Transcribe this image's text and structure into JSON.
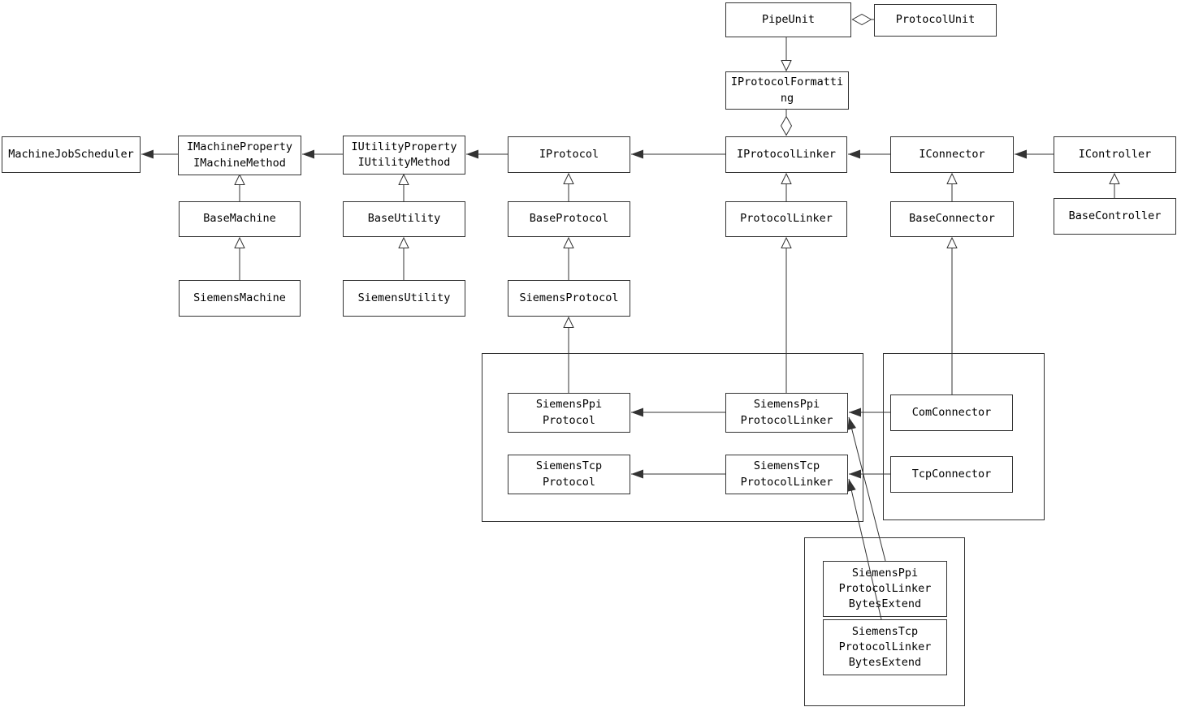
{
  "diagram": {
    "classes": {
      "pipe_unit": "PipeUnit",
      "protocol_unit": "ProtocolUnit",
      "i_protocol_formatting": "IProtocolFormatti\nng",
      "machine_job_scheduler": "MachineJobScheduler",
      "i_machine": "IMachineProperty\nIMachineMethod",
      "i_utility": "IUtilityProperty\nIUtilityMethod",
      "i_protocol": "IProtocol",
      "i_protocol_linker": "IProtocolLinker",
      "i_connector": "IConnector",
      "i_controller": "IController",
      "base_machine": "BaseMachine",
      "base_utility": "BaseUtility",
      "base_protocol": "BaseProtocol",
      "protocol_linker": "ProtocolLinker",
      "base_connector": "BaseConnector",
      "base_controller": "BaseController",
      "siemens_machine": "SiemensMachine",
      "siemens_utility": "SiemensUtility",
      "siemens_protocol": "SiemensProtocol",
      "siemens_ppi_protocol": "SiemensPpi\nProtocol",
      "siemens_tcp_protocol": "SiemensTcp\nProtocol",
      "siemens_ppi_protocol_linker": "SiemensPpi\nProtocolLinker",
      "siemens_tcp_protocol_linker": "SiemensTcp\nProtocolLinker",
      "com_connector": "ComConnector",
      "tcp_connector": "TcpConnector",
      "siemens_ppi_protocol_linker_bytes_extend": "SiemensPpi\nProtocolLinker\nBytesExtend",
      "siemens_tcp_protocol_linker_bytes_extend": "SiemensTcp\nProtocolLinker\nBytesExtend"
    },
    "relationships": [
      {
        "from": "PipeUnit",
        "to": "ProtocolUnit",
        "type": "aggregation"
      },
      {
        "from": "PipeUnit",
        "to": "IProtocolFormatting",
        "type": "hollow-arrow"
      },
      {
        "from": "IProtocolFormatting",
        "to": "IProtocolLinker",
        "type": "aggregation"
      },
      {
        "from": "IMachineProperty/IMachineMethod",
        "to": "MachineJobScheduler",
        "type": "association"
      },
      {
        "from": "IUtilityProperty/IUtilityMethod",
        "to": "IMachineProperty/IMachineMethod",
        "type": "association"
      },
      {
        "from": "IProtocol",
        "to": "IUtilityProperty/IUtilityMethod",
        "type": "association"
      },
      {
        "from": "IProtocolLinker",
        "to": "IProtocol",
        "type": "association"
      },
      {
        "from": "IConnector",
        "to": "IProtocolLinker",
        "type": "association"
      },
      {
        "from": "IController",
        "to": "IConnector",
        "type": "association"
      },
      {
        "from": "BaseMachine",
        "to": "IMachineProperty/IMachineMethod",
        "type": "generalization"
      },
      {
        "from": "BaseUtility",
        "to": "IUtilityProperty/IUtilityMethod",
        "type": "generalization"
      },
      {
        "from": "BaseProtocol",
        "to": "IProtocol",
        "type": "generalization"
      },
      {
        "from": "ProtocolLinker",
        "to": "IProtocolLinker",
        "type": "generalization"
      },
      {
        "from": "BaseConnector",
        "to": "IConnector",
        "type": "generalization"
      },
      {
        "from": "BaseController",
        "to": "IController",
        "type": "generalization"
      },
      {
        "from": "SiemensMachine",
        "to": "BaseMachine",
        "type": "generalization"
      },
      {
        "from": "SiemensUtility",
        "to": "BaseUtility",
        "type": "generalization"
      },
      {
        "from": "SiemensProtocol",
        "to": "BaseProtocol",
        "type": "generalization"
      },
      {
        "from": "SiemensPpiProtocol",
        "to": "SiemensProtocol",
        "type": "generalization"
      },
      {
        "from": "SiemensPpiProtocolLinker",
        "to": "ProtocolLinker",
        "type": "generalization"
      },
      {
        "from": "ComConnector",
        "to": "BaseConnector",
        "type": "generalization"
      },
      {
        "from": "SiemensPpiProtocolLinker",
        "to": "SiemensPpiProtocol",
        "type": "association"
      },
      {
        "from": "SiemensTcpProtocolLinker",
        "to": "SiemensTcpProtocol",
        "type": "association"
      },
      {
        "from": "ComConnector",
        "to": "SiemensPpiProtocolLinker",
        "type": "association"
      },
      {
        "from": "TcpConnector",
        "to": "SiemensTcpProtocolLinker",
        "type": "association"
      },
      {
        "from": "SiemensPpiProtocolLinkerBytesExtend",
        "to": "SiemensPpiProtocolLinker",
        "type": "association"
      },
      {
        "from": "SiemensTcpProtocolLinkerBytesExtend",
        "to": "SiemensTcpProtocolLinker",
        "type": "association"
      }
    ],
    "colors": {
      "background": "#ffffff",
      "line": "#333333",
      "box_border": "#333333",
      "text": "#000000"
    }
  }
}
